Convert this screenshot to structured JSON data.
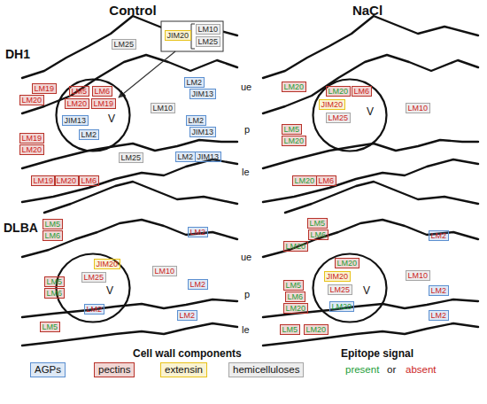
{
  "diagram": {
    "nodes": [
      {
        "text": [
          "LM25"
        ]
      },
      {
        "text": [
          "JIM20"
        ]
      },
      {
        "text": [
          "LM10"
        ]
      },
      {
        "text": [
          "LM25"
        ]
      },
      {
        "text": [
          "LM19"
        ]
      },
      {
        "text": [
          "LM20"
        ]
      },
      {
        "text": [
          "V"
        ]
      },
      {
        "text": [
          "LM5"
        ],
        "in": 6
      },
      {
        "text": [
          "LM6"
        ],
        "in": 6
      },
      {
        "text": [
          "LM20"
        ],
        "in": 6
      },
      {
        "text": [
          "LM19"
        ],
        "in": 6
      },
      {
        "text": [
          "JIM13"
        ],
        "in": 6
      },
      {
        "text": [
          "LM2"
        ],
        "in": 6
      },
      {
        "text": [
          "LM2"
        ]
      },
      {
        "text": [
          "JIM13"
        ]
      },
      {
        "text": [
          "LM10"
        ]
      },
      {
        "text": [
          "LM2"
        ]
      },
      {
        "text": [
          "JIM13"
        ]
      },
      {
        "text": [
          "LM19"
        ]
      },
      {
        "text": [
          "LM20"
        ]
      },
      {
        "text": [
          "LM25"
        ]
      },
      {
        "text": [
          "LM2"
        ]
      },
      {
        "text": [
          "JIM13"
        ]
      },
      {
        "text": [
          "LM19"
        ]
      },
      {
        "text": [
          "LM20"
        ]
      },
      {
        "text": [
          "LM6"
        ]
      },
      {
        "text": [
          "LM20"
        ]
      },
      {
        "text": [
          "V"
        ]
      },
      {
        "text": [
          "LM20"
        ],
        "in": 27
      },
      {
        "text": [
          "LM6"
        ],
        "in": 27
      },
      {
        "text": [
          "JIM20"
        ],
        "in": 27
      },
      {
        "text": [
          "LM25"
        ],
        "in": 27
      },
      {
        "text": [
          "LM10"
        ]
      },
      {
        "text": [
          "LM5"
        ]
      },
      {
        "text": [
          "LM20"
        ]
      },
      {
        "text": [
          "LM20"
        ]
      },
      {
        "text": [
          "LM6"
        ]
      },
      {
        "text": [
          "LM5"
        ]
      },
      {
        "text": [
          "LM6"
        ]
      },
      {
        "text": [
          "LM2"
        ]
      },
      {
        "text": [
          "V"
        ]
      },
      {
        "text": [
          "JIM20"
        ],
        "in": 40
      },
      {
        "text": [
          "LM25"
        ],
        "in": 40
      },
      {
        "text": [
          "LM2"
        ],
        "in": 40
      },
      {
        "text": [
          "LM10"
        ]
      },
      {
        "text": [
          "LM5"
        ]
      },
      {
        "text": [
          "LM6"
        ]
      },
      {
        "text": [
          "LM2"
        ]
      },
      {
        "text": [
          "LM2"
        ]
      },
      {
        "text": [
          "LM5"
        ]
      },
      {
        "text": [
          "LM5"
        ]
      },
      {
        "text": [
          "LM6"
        ]
      },
      {
        "text": [
          "LM20"
        ]
      },
      {
        "text": [
          "LM2"
        ]
      },
      {
        "text": [
          "V"
        ]
      },
      {
        "text": [
          "LM20"
        ],
        "in": 54
      },
      {
        "text": [
          "JIM20"
        ],
        "in": 54
      },
      {
        "text": [
          "LM25"
        ],
        "in": 54
      },
      {
        "text": [
          "LM20"
        ],
        "in": 54
      },
      {
        "text": [
          "LM10"
        ]
      },
      {
        "text": [
          "LM2"
        ]
      },
      {
        "text": [
          "LM5"
        ]
      },
      {
        "text": [
          "LM6"
        ]
      },
      {
        "text": [
          "LM20"
        ]
      },
      {
        "text": [
          "LM5"
        ]
      },
      {
        "text": [
          "LM20"
        ]
      },
      {
        "text": [
          "LM2"
        ]
      }
    ],
    "labels": [
      "Control",
      "NaCl",
      "DH1",
      "ue",
      "p",
      "le",
      "DLBA",
      "ue",
      "p",
      "le",
      "Cell wall components",
      "Epitope signal",
      "or"
    ],
    "legend": [
      {
        "text": "AGPs",
        "color": "#5b8fd0"
      },
      {
        "text": "pectins",
        "color": "#b8322a"
      },
      {
        "text": "extensin",
        "color": "#e8c21a"
      },
      {
        "text": "hemicelluloses",
        "color": "#a6a6a6"
      },
      {
        "text": "present",
        "color": "#1e9e3a"
      },
      {
        "text": "absent",
        "color": "#cc1f1f"
      }
    ]
  }
}
